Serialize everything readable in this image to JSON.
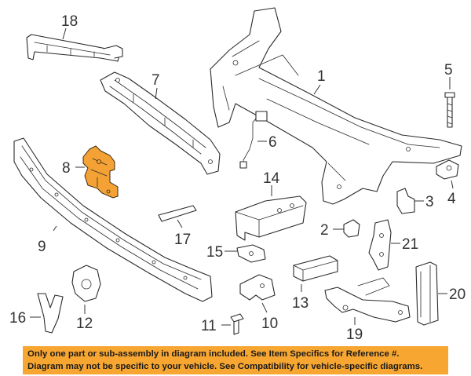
{
  "callouts": {
    "c1": "1",
    "c2": "2",
    "c3": "3",
    "c4": "4",
    "c5": "5",
    "c6": "6",
    "c7": "7",
    "c8": "8",
    "c9": "9",
    "c10": "10",
    "c11": "11",
    "c12": "12",
    "c13": "13",
    "c14": "14",
    "c15": "15",
    "c16": "16",
    "c17": "17",
    "c18": "18",
    "c19": "19",
    "c20": "20",
    "c21": "21"
  },
  "highlight_color": "#f4a235",
  "notice": {
    "line1": "Only one part or sub-assembly in diagram included. See Item Specifics for Reference #.",
    "line2": "Diagram may not be specific to your vehicle. See Compatibility for vehicle-specific diagrams.",
    "background": "#f7a632"
  }
}
